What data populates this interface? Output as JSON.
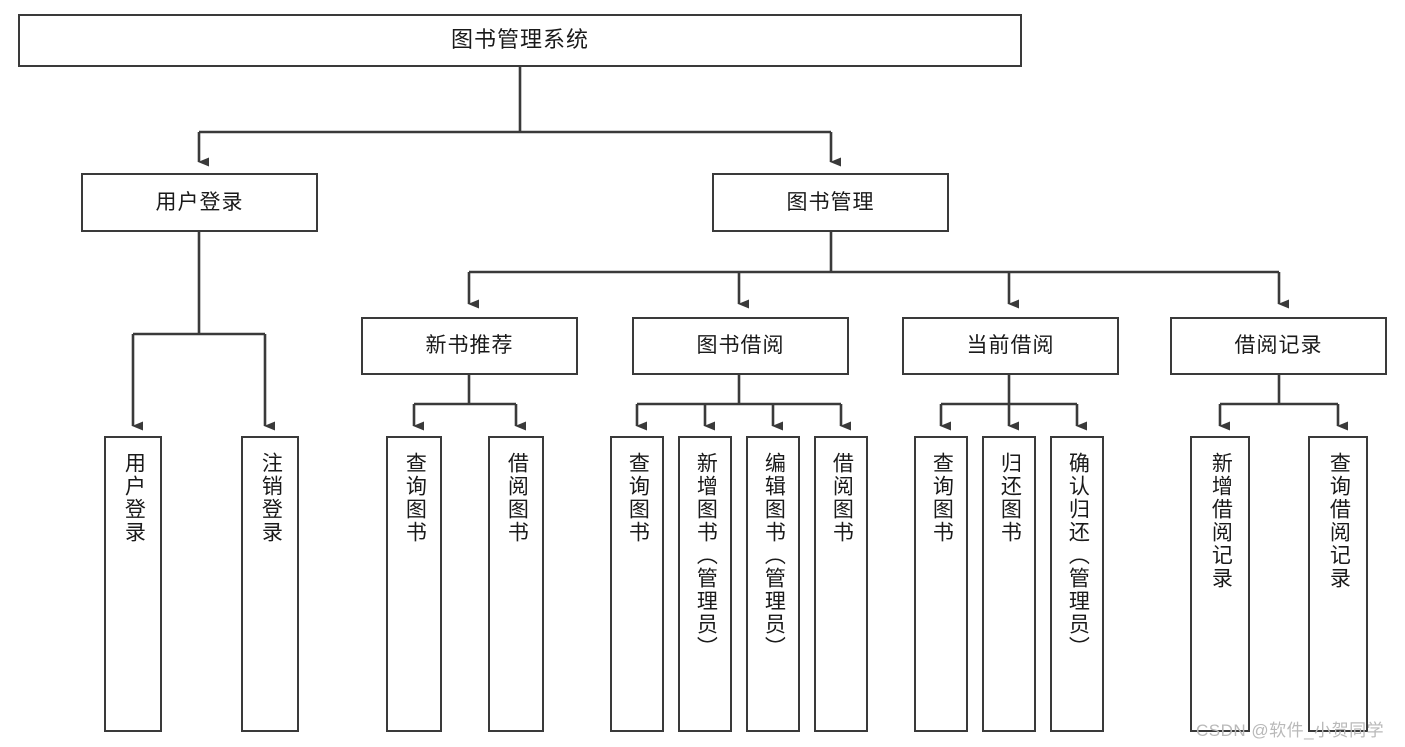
{
  "diagram": {
    "type": "tree",
    "title": "图书管理系统",
    "background_color": "#ffffff",
    "line_color": "#3a3a3a",
    "text_color": "#1a1a1a"
  },
  "nodes": {
    "root": {
      "label": "图书管理系统"
    },
    "level2": [
      {
        "label": "用户登录"
      },
      {
        "label": "图书管理"
      }
    ],
    "level3": [
      {
        "label": "新书推荐"
      },
      {
        "label": "图书借阅"
      },
      {
        "label": "当前借阅"
      },
      {
        "label": "借阅记录"
      }
    ],
    "leaves": {
      "user_login": [
        {
          "label": "用户登录"
        },
        {
          "label": "注销登录"
        }
      ],
      "new_book": [
        {
          "label": "查询图书"
        },
        {
          "label": "借阅图书"
        }
      ],
      "book_borrow": [
        {
          "label": "查询图书"
        },
        {
          "label": "新增图书（管理员）"
        },
        {
          "label": "编辑图书（管理员）"
        },
        {
          "label": "借阅图书"
        }
      ],
      "current_borrow": [
        {
          "label": "查询图书"
        },
        {
          "label": "归还图书"
        },
        {
          "label": "确认归还（管理员）"
        }
      ],
      "borrow_record": [
        {
          "label": "新增借阅记录"
        },
        {
          "label": "查询借阅记录"
        }
      ]
    }
  },
  "watermark": {
    "text": "CSDN @软件_小贺同学"
  }
}
